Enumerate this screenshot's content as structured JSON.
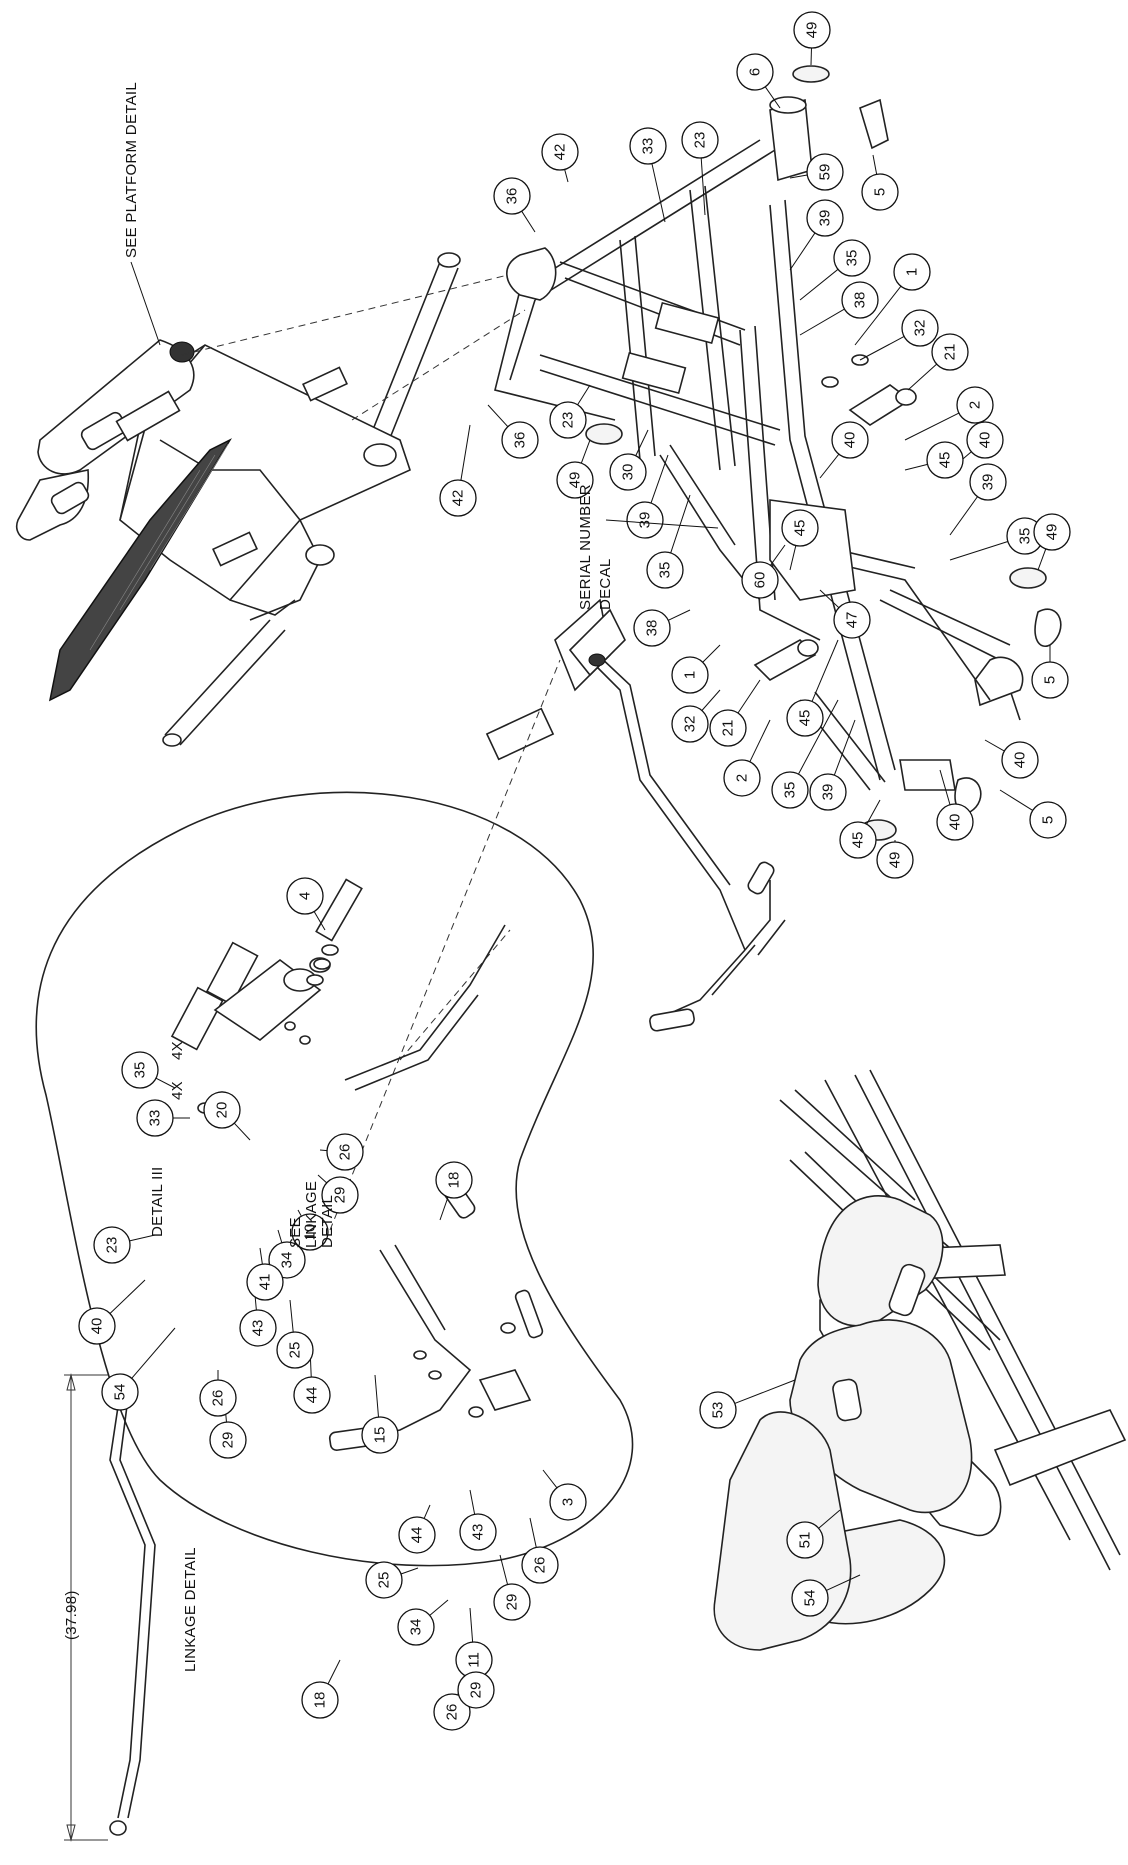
{
  "notes": {
    "platform_detail": "SEE PLATFORM DETAIL",
    "serial_decal_1": "SERIAL NUMBER",
    "serial_decal_2": "DECAL",
    "detail_iii": "DETAIL III",
    "see_linkage_1": "SEE",
    "see_linkage_2": "LINKAGE",
    "see_linkage_3": "DETAIL",
    "linkage_detail": "LINKAGE DETAIL",
    "dimension": "(37.98)",
    "qty_35": "4X",
    "qty_33": "4X"
  },
  "callouts": [
    {
      "id": "c0",
      "label": "49"
    },
    {
      "id": "c1",
      "label": "6"
    },
    {
      "id": "c2",
      "label": "42"
    },
    {
      "id": "c3",
      "label": "36"
    },
    {
      "id": "c4",
      "label": "33"
    },
    {
      "id": "c5",
      "label": "23"
    },
    {
      "id": "c6",
      "label": "59"
    },
    {
      "id": "c7",
      "label": "5"
    },
    {
      "id": "c8",
      "label": "39"
    },
    {
      "id": "c9",
      "label": "35"
    },
    {
      "id": "c10",
      "label": "38"
    },
    {
      "id": "c11",
      "label": "1"
    },
    {
      "id": "c12",
      "label": "32"
    },
    {
      "id": "c13",
      "label": "21"
    },
    {
      "id": "c14",
      "label": "2"
    },
    {
      "id": "c15",
      "label": "40"
    },
    {
      "id": "c16",
      "label": "45"
    },
    {
      "id": "c17",
      "label": "40"
    },
    {
      "id": "c18",
      "label": "39"
    },
    {
      "id": "c19",
      "label": "35"
    },
    {
      "id": "c20",
      "label": "49"
    },
    {
      "id": "c21",
      "label": "42"
    },
    {
      "id": "c22",
      "label": "36"
    },
    {
      "id": "c23",
      "label": "23"
    },
    {
      "id": "c24",
      "label": "49"
    },
    {
      "id": "c25",
      "label": "30"
    },
    {
      "id": "c26",
      "label": "39"
    },
    {
      "id": "c27",
      "label": "35"
    },
    {
      "id": "c28",
      "label": "45"
    },
    {
      "id": "c29",
      "label": "60"
    },
    {
      "id": "c30",
      "label": "47"
    },
    {
      "id": "c31",
      "label": "38"
    },
    {
      "id": "c32",
      "label": "1"
    },
    {
      "id": "c33",
      "label": "32"
    },
    {
      "id": "c34",
      "label": "21"
    },
    {
      "id": "c35",
      "label": "2"
    },
    {
      "id": "c36",
      "label": "45"
    },
    {
      "id": "c37",
      "label": "35"
    },
    {
      "id": "c38",
      "label": "39"
    },
    {
      "id": "c39",
      "label": "45"
    },
    {
      "id": "c40",
      "label": "49"
    },
    {
      "id": "c41",
      "label": "40"
    },
    {
      "id": "c42",
      "label": "5"
    },
    {
      "id": "c43",
      "label": "40"
    },
    {
      "id": "c44",
      "label": "5"
    },
    {
      "id": "c45",
      "label": "4"
    },
    {
      "id": "c46",
      "label": "35"
    },
    {
      "id": "c47",
      "label": "33"
    },
    {
      "id": "c48",
      "label": "20"
    },
    {
      "id": "c49",
      "label": "26"
    },
    {
      "id": "c50",
      "label": "29"
    },
    {
      "id": "c51",
      "label": "10"
    },
    {
      "id": "c52",
      "label": "23"
    },
    {
      "id": "c53",
      "label": "34"
    },
    {
      "id": "c54",
      "label": "41"
    },
    {
      "id": "c55",
      "label": "40"
    },
    {
      "id": "c56",
      "label": "43"
    },
    {
      "id": "c57",
      "label": "25"
    },
    {
      "id": "c58",
      "label": "44"
    },
    {
      "id": "c59",
      "label": "54"
    },
    {
      "id": "c60",
      "label": "26"
    },
    {
      "id": "c61",
      "label": "29"
    },
    {
      "id": "c62",
      "label": "15"
    },
    {
      "id": "c63",
      "label": "18"
    },
    {
      "id": "c64",
      "label": "44"
    },
    {
      "id": "c65",
      "label": "43"
    },
    {
      "id": "c66",
      "label": "3"
    },
    {
      "id": "c67",
      "label": "25"
    },
    {
      "id": "c68",
      "label": "26"
    },
    {
      "id": "c69",
      "label": "34"
    },
    {
      "id": "c70",
      "label": "29"
    },
    {
      "id": "c71",
      "label": "11"
    },
    {
      "id": "c72",
      "label": "18"
    },
    {
      "id": "c73",
      "label": "26"
    },
    {
      "id": "c74",
      "label": "29"
    },
    {
      "id": "c75",
      "label": "53"
    },
    {
      "id": "c76",
      "label": "51"
    },
    {
      "id": "c77",
      "label": "54"
    }
  ]
}
